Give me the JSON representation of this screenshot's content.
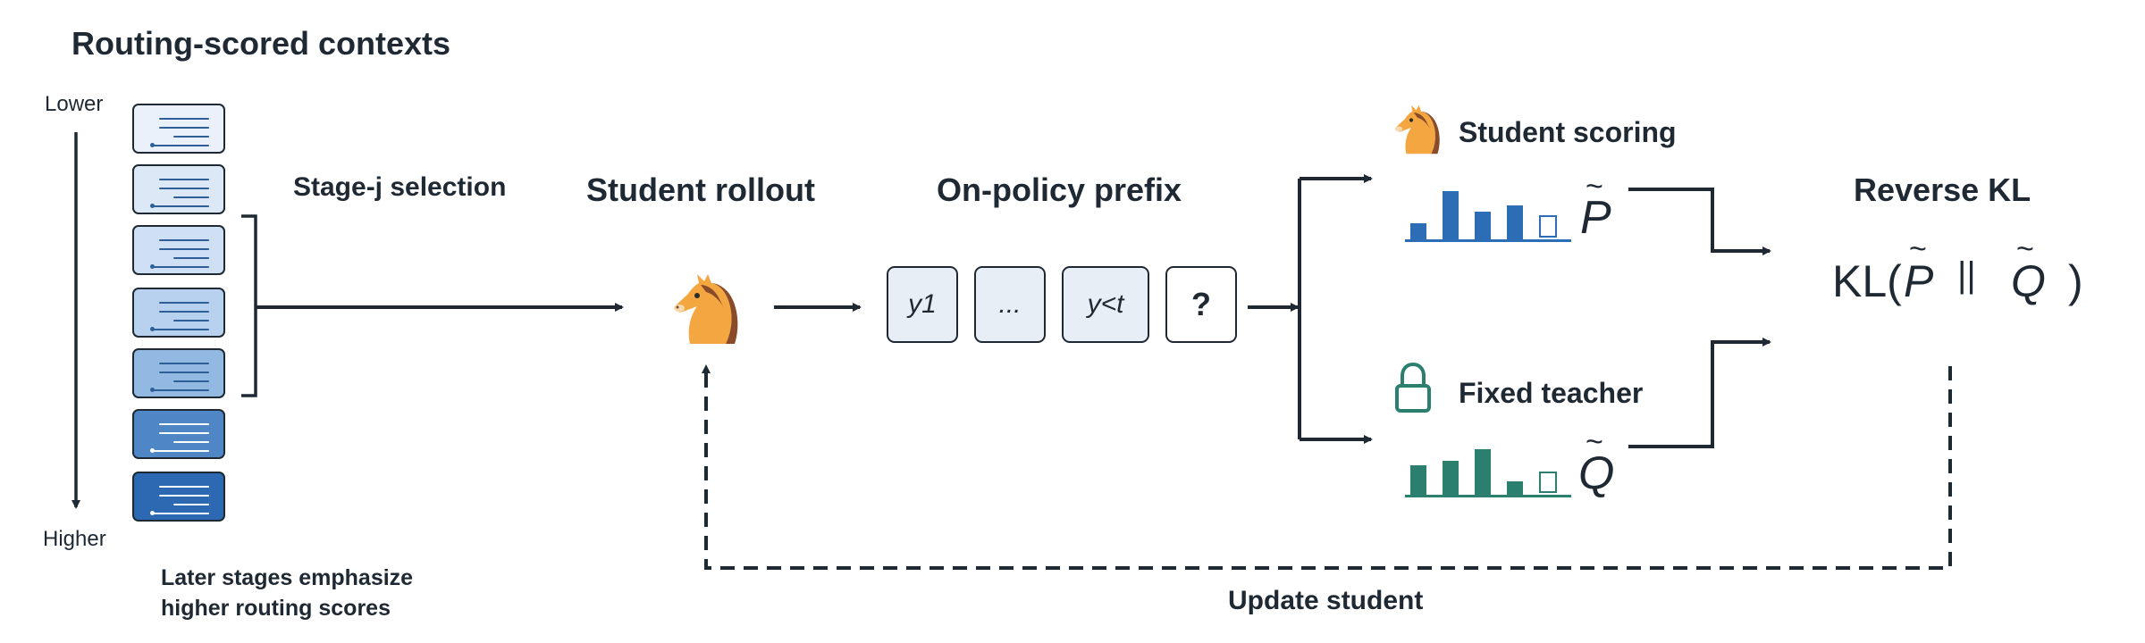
{
  "header": {
    "title": "Routing-scored contexts"
  },
  "axis": {
    "top_label": "Lower",
    "bottom_label": "Higher"
  },
  "contexts": {
    "cards": [
      {
        "fill": "#eaf1fa",
        "line": "#2f5f98"
      },
      {
        "fill": "#dce8f6",
        "line": "#2f5f98"
      },
      {
        "fill": "#cfe0f4",
        "line": "#2f5f98"
      },
      {
        "fill": "#b7d1ee",
        "line": "#2f5f98"
      },
      {
        "fill": "#92b9e2",
        "line": "#2f5f98"
      },
      {
        "fill": "#4f86c6",
        "line": "#ffffff"
      },
      {
        "fill": "#2d68b3",
        "line": "#ffffff"
      }
    ],
    "footnote_line1": "Later stages emphasize",
    "footnote_line2": "higher routing scores"
  },
  "stage": {
    "label": "Stage-j selection"
  },
  "rollout": {
    "title": "Student rollout",
    "icon": "horse-icon"
  },
  "prefix": {
    "title": "On-policy prefix",
    "tokens": [
      "y1",
      "...",
      "y<t",
      "?"
    ]
  },
  "student_scoring": {
    "label": "Student scoring",
    "icon": "horse-icon",
    "symbol": "P",
    "tilde": "~",
    "color": "#2d6db5",
    "bars": [
      0.33,
      1.0,
      0.58,
      0.71,
      0.5
    ]
  },
  "fixed_teacher": {
    "label": "Fixed teacher",
    "icon": "lock-icon",
    "symbol": "Q",
    "tilde": "~",
    "color": "#2a7f6f",
    "bars": [
      0.62,
      0.71,
      0.94,
      0.27,
      0.48
    ]
  },
  "reverse_kl": {
    "title": "Reverse KL",
    "kl": "KL(",
    "p": "P",
    "sep": "||",
    "q": "Q",
    "close": ")",
    "tilde": "~"
  },
  "update": {
    "label": "Update student"
  }
}
